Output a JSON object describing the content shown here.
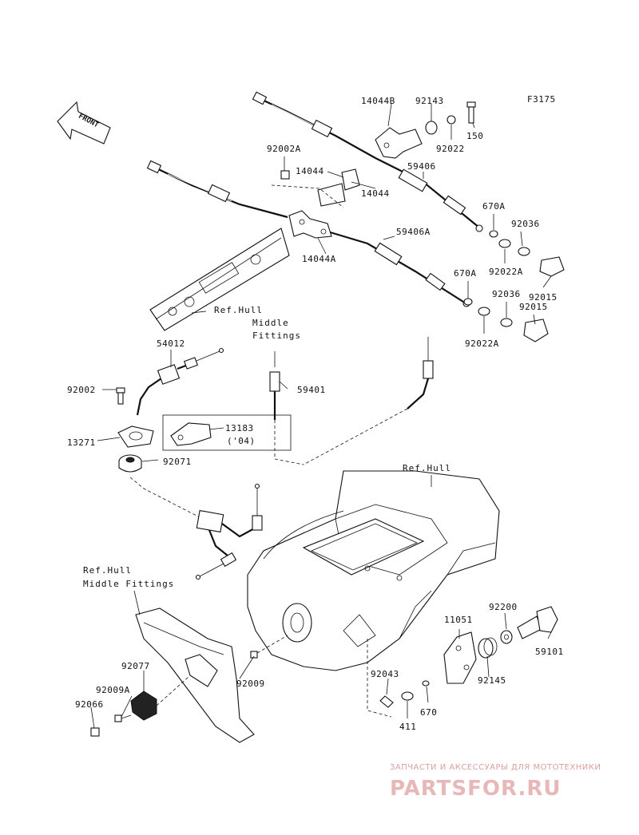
{
  "figure_code": "F3175",
  "front_label": "FRONT",
  "parts": {
    "p14044B": "14044B",
    "p92143": "92143",
    "p150": "150",
    "p92022": "92022",
    "p92002A": "92002A",
    "p14044a": "14044",
    "p14044b": "14044",
    "p59406": "59406",
    "p670A_1": "670A",
    "p92036_1": "92036",
    "p59406A": "59406A",
    "p14044A": "14044A",
    "p92022A_1": "92022A",
    "p670A_2": "670A",
    "p92015_1": "92015",
    "p92036_2": "92036",
    "p92015_2": "92015",
    "p92022A_2": "92022A",
    "p54012": "54012",
    "p92002": "92002",
    "p59401": "59401",
    "p13183": "13183",
    "p13183_year": "('04)",
    "p13271": "13271",
    "p92071": "92071",
    "p92200": "92200",
    "p11051": "11051",
    "p59101": "59101",
    "p92145": "92145",
    "p92043": "92043",
    "p92077": "92077",
    "p92009": "92009",
    "p92009A": "92009A",
    "p92066": "92066",
    "p411": "411",
    "p670": "670"
  },
  "refs": {
    "hull_mid_1_line1": "Ref.Hull",
    "hull_mid_1_line2": "Middle",
    "hull_mid_1_line3": "Fittings",
    "hull": "Ref.Hull",
    "hull_mid_2_line1": "Ref.Hull",
    "hull_mid_2_line2": "Middle Fittings"
  },
  "watermark": {
    "tagline": "ЗАПЧАСТИ И АКСЕССУАРЫ ДЛЯ МОТОТЕХНИКИ",
    "logo": "PARTSFOR.RU"
  }
}
